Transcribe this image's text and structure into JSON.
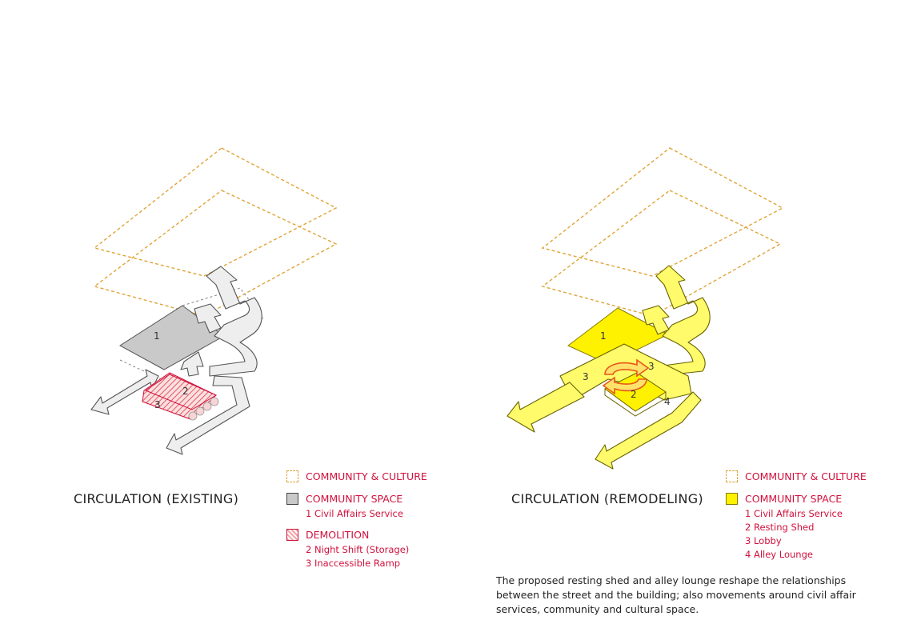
{
  "left": {
    "title": "CIRCULATION (EXISTING)",
    "zone_labels": [
      "1",
      "2",
      "3"
    ],
    "legend": {
      "culture": "COMMUNITY & CULTURE",
      "space": "COMMUNITY SPACE",
      "space_items": [
        "1 Civil Affairs Service"
      ],
      "demolition": "DEMOLITION",
      "demolition_items": [
        "2 Night Shift (Storage)",
        "3 Inaccessible Ramp"
      ]
    }
  },
  "right": {
    "title": "CIRCULATION (REMODELING)",
    "zone_labels": [
      "1",
      "2",
      "3",
      "3",
      "4"
    ],
    "legend": {
      "culture": "COMMUNITY & CULTURE",
      "space": "COMMUNITY SPACE",
      "space_items": [
        "1 Civil Affairs Service",
        "2 Resting Shed",
        "3 Lobby",
        "4 Alley Lounge"
      ]
    }
  },
  "description": "The proposed resting shed and alley lounge reshape the relationships between the street and the building; also movements around civil affair services, community and cultural space.",
  "colors": {
    "accent_text": "#d0113c",
    "culture_outline": "#e0a437",
    "existing_space": "#c9c9c9",
    "demolition_hatch": "#f3a5a8",
    "remodel_yellow": "#fff200"
  }
}
